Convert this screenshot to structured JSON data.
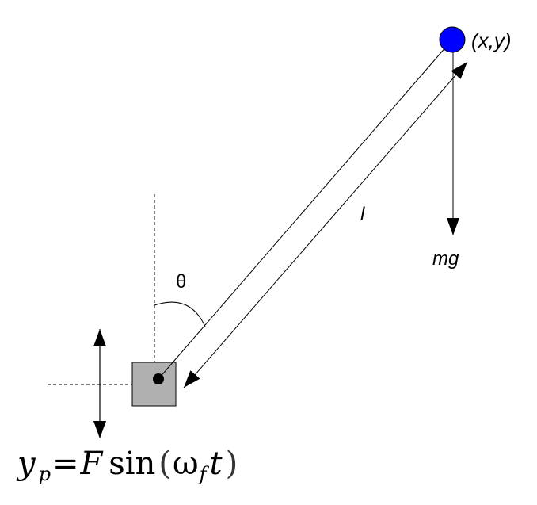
{
  "labels": {
    "position": "(x,y)",
    "length": "l",
    "gravity": "mg",
    "angle": "θ"
  },
  "formula": {
    "lhs_var": "y",
    "lhs_sub": "p",
    "equals": "=",
    "amp": "F",
    "func": "sin",
    "open": "(",
    "omega": "ω",
    "omega_sub": "f",
    "time": "t",
    "close": ")"
  },
  "colors": {
    "bob": "#0000ff",
    "pivot_box": "#b0b0b0",
    "line": "#000000"
  }
}
